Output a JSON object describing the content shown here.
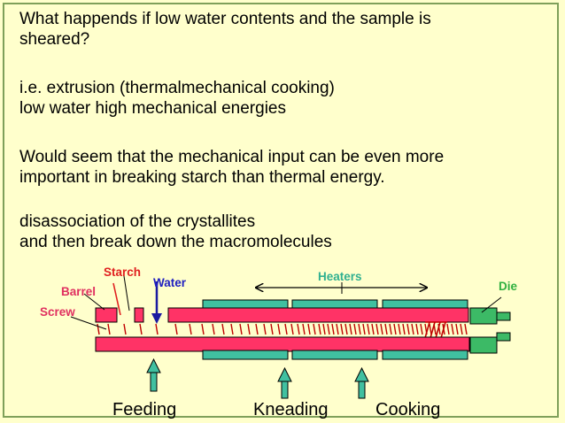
{
  "slide": {
    "paragraphs": [
      {
        "lines": [
          "What happends if low water contents and the sample is",
          "sheared?"
        ]
      },
      {
        "lines": [
          "i.e. extrusion (thermalmechanical cooking)",
          "low water high mechanical energies"
        ]
      },
      {
        "lines": [
          "Would seem that the mechanical input can be even more",
          "important in breaking starch than thermal energy."
        ]
      },
      {
        "lines": [
          "disassociation of the crystallites",
          "and then break down the macromolecules"
        ]
      }
    ]
  },
  "diagram": {
    "labels": {
      "starch": "Starch",
      "water": "Water",
      "heaters": "Heaters",
      "die": "Die",
      "barrel": "Barrel",
      "screw": "Screw"
    },
    "stages": [
      "Feeding",
      "Kneading",
      "Cooking"
    ],
    "colors": {
      "background": "#ffffcc",
      "frame": "#7fa05a",
      "barrel": "#ff3366",
      "heater": "#40c0a0",
      "die": "#3cba66",
      "screw": "#c00000",
      "arrow": "#40c0a0",
      "starch_label": "#e02020",
      "water_label": "#2020c0",
      "heaters_label": "#30b090",
      "barrel_label": "#e03060",
      "screw_label": "#e03060",
      "die_label": "#30b040"
    }
  }
}
